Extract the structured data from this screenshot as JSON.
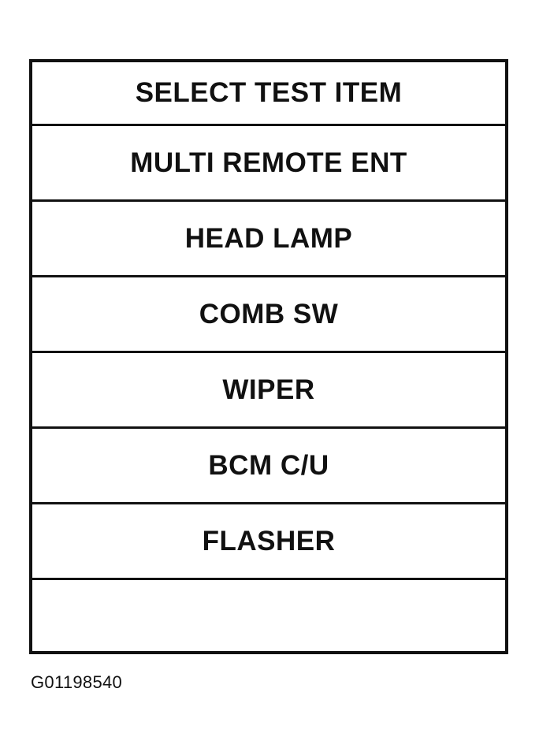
{
  "screen": {
    "header": "SELECT TEST ITEM",
    "items": [
      "MULTI REMOTE ENT",
      "HEAD LAMP",
      "COMB SW",
      "WIPER",
      "BCM C/U",
      "FLASHER",
      ""
    ]
  },
  "figure_id": "G01198540"
}
